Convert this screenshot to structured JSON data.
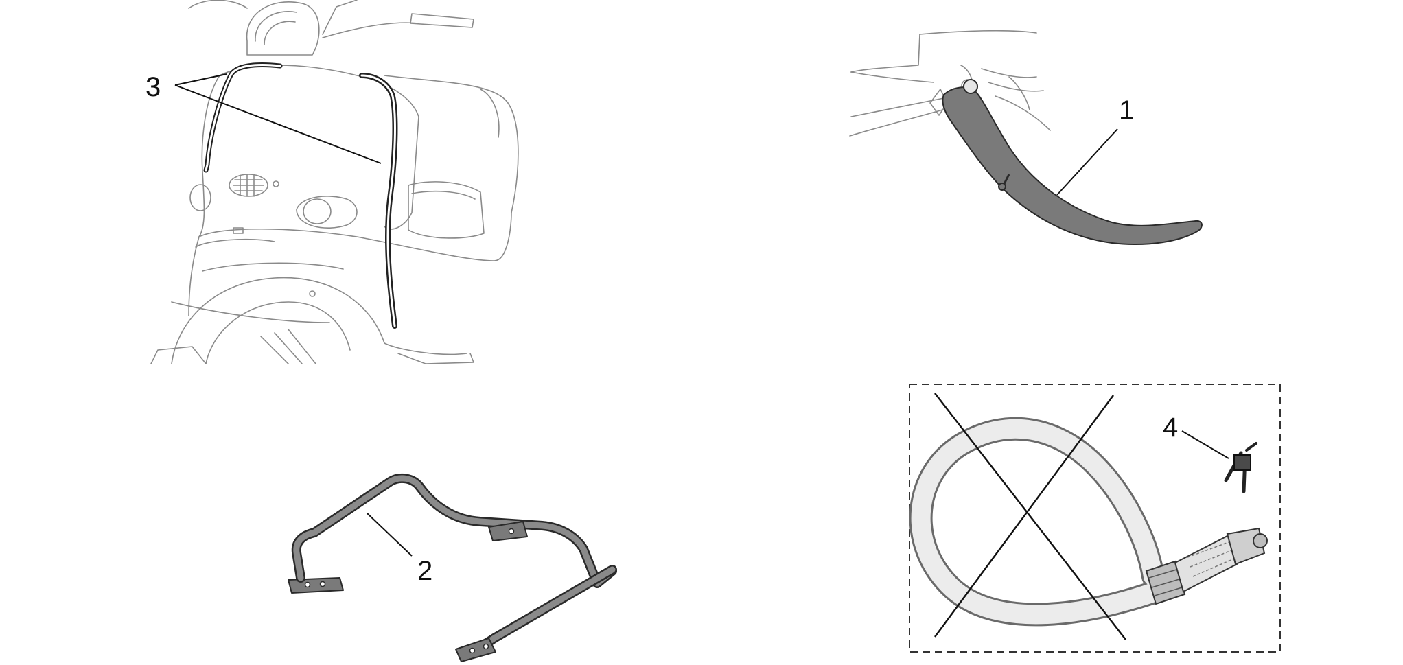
{
  "callouts": {
    "c1": "1",
    "c2": "2",
    "c3": "3",
    "c4": "4"
  },
  "colors": {
    "background": "#ffffff",
    "line": "#111111",
    "outline": "#8a8a8a",
    "part": "#7a7a7a",
    "cable": "#ececec"
  },
  "icons": {
    "scooter_front": "scooter-front-icon",
    "side_stand": "side-stand-icon",
    "rear_rack": "rear-rack-icon",
    "cable_lock": "cable-lock-icon",
    "key": "key-icon"
  }
}
